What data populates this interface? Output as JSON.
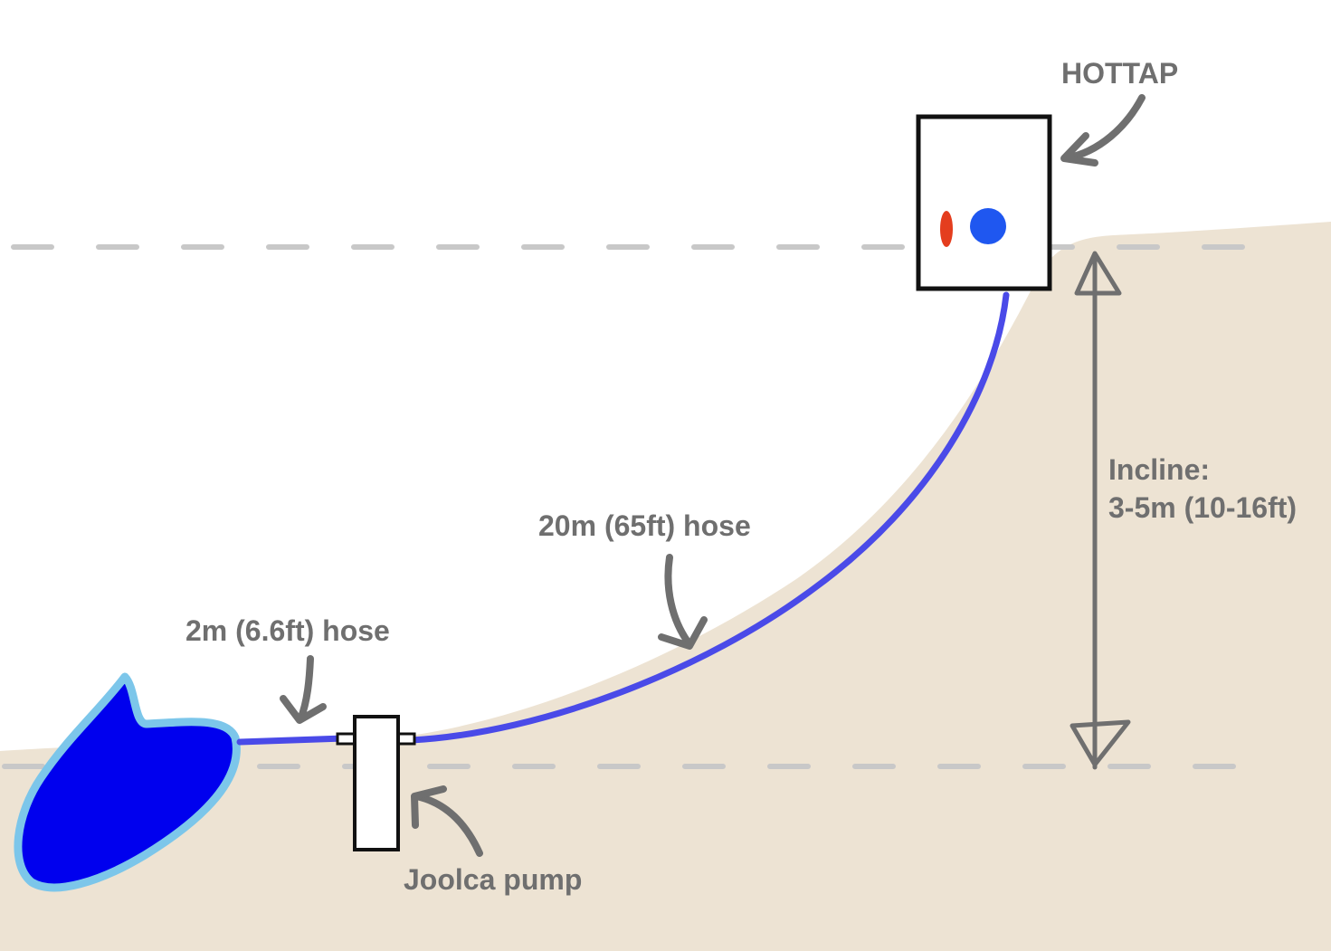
{
  "labels": {
    "hottap": "HOTTAP",
    "incline_title": "Incline:",
    "incline_value": "3-5m (10-16ft)",
    "long_hose": "20m (65ft) hose",
    "short_hose": "2m (6.6ft) hose",
    "pump": "Joolca pump"
  },
  "icons": {
    "hot_indicator": "red-dot-icon",
    "cold_indicator": "blue-dot-icon"
  },
  "colors": {
    "ground": "#ede3d3",
    "hose": "#4a4ae8",
    "water_fill": "#0000ee",
    "water_edge": "#7cc6ea",
    "hot_dot": "#e43d1e",
    "cold_dot": "#1f57f0",
    "annotation": "#6f6f6f",
    "guide_line": "#c8c8c8"
  }
}
